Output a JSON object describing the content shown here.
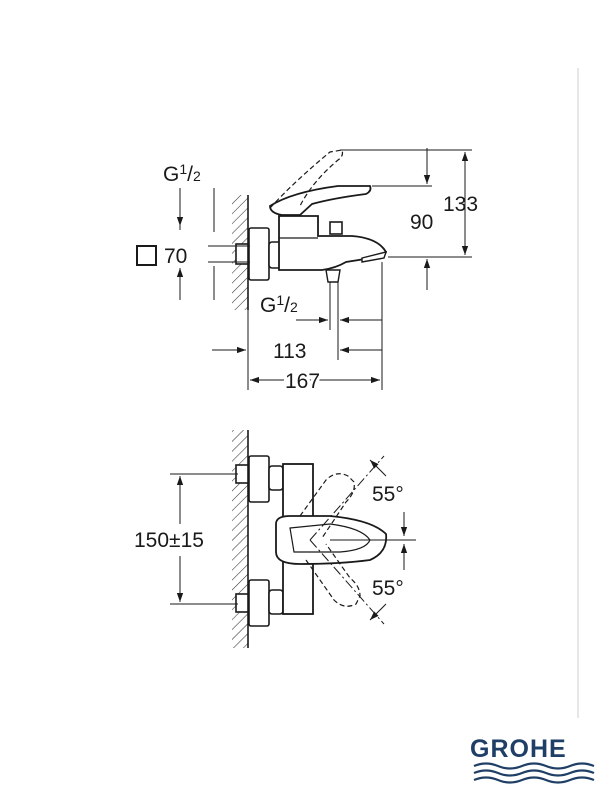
{
  "top_view": {
    "dim_thread_top": {
      "base": "G",
      "num": "1",
      "den": "2"
    },
    "dim_square": "70",
    "dim_90": "90",
    "dim_133": "133",
    "dim_thread_bottom": {
      "base": "G",
      "num": "1",
      "den": "2"
    },
    "dim_113": "113",
    "dim_167": "167"
  },
  "front_view": {
    "dim_spacing": "150±15",
    "angle_upper": "55°",
    "angle_lower": "55°"
  },
  "brand": {
    "name": "GROHE",
    "color": "#1f3f66"
  }
}
